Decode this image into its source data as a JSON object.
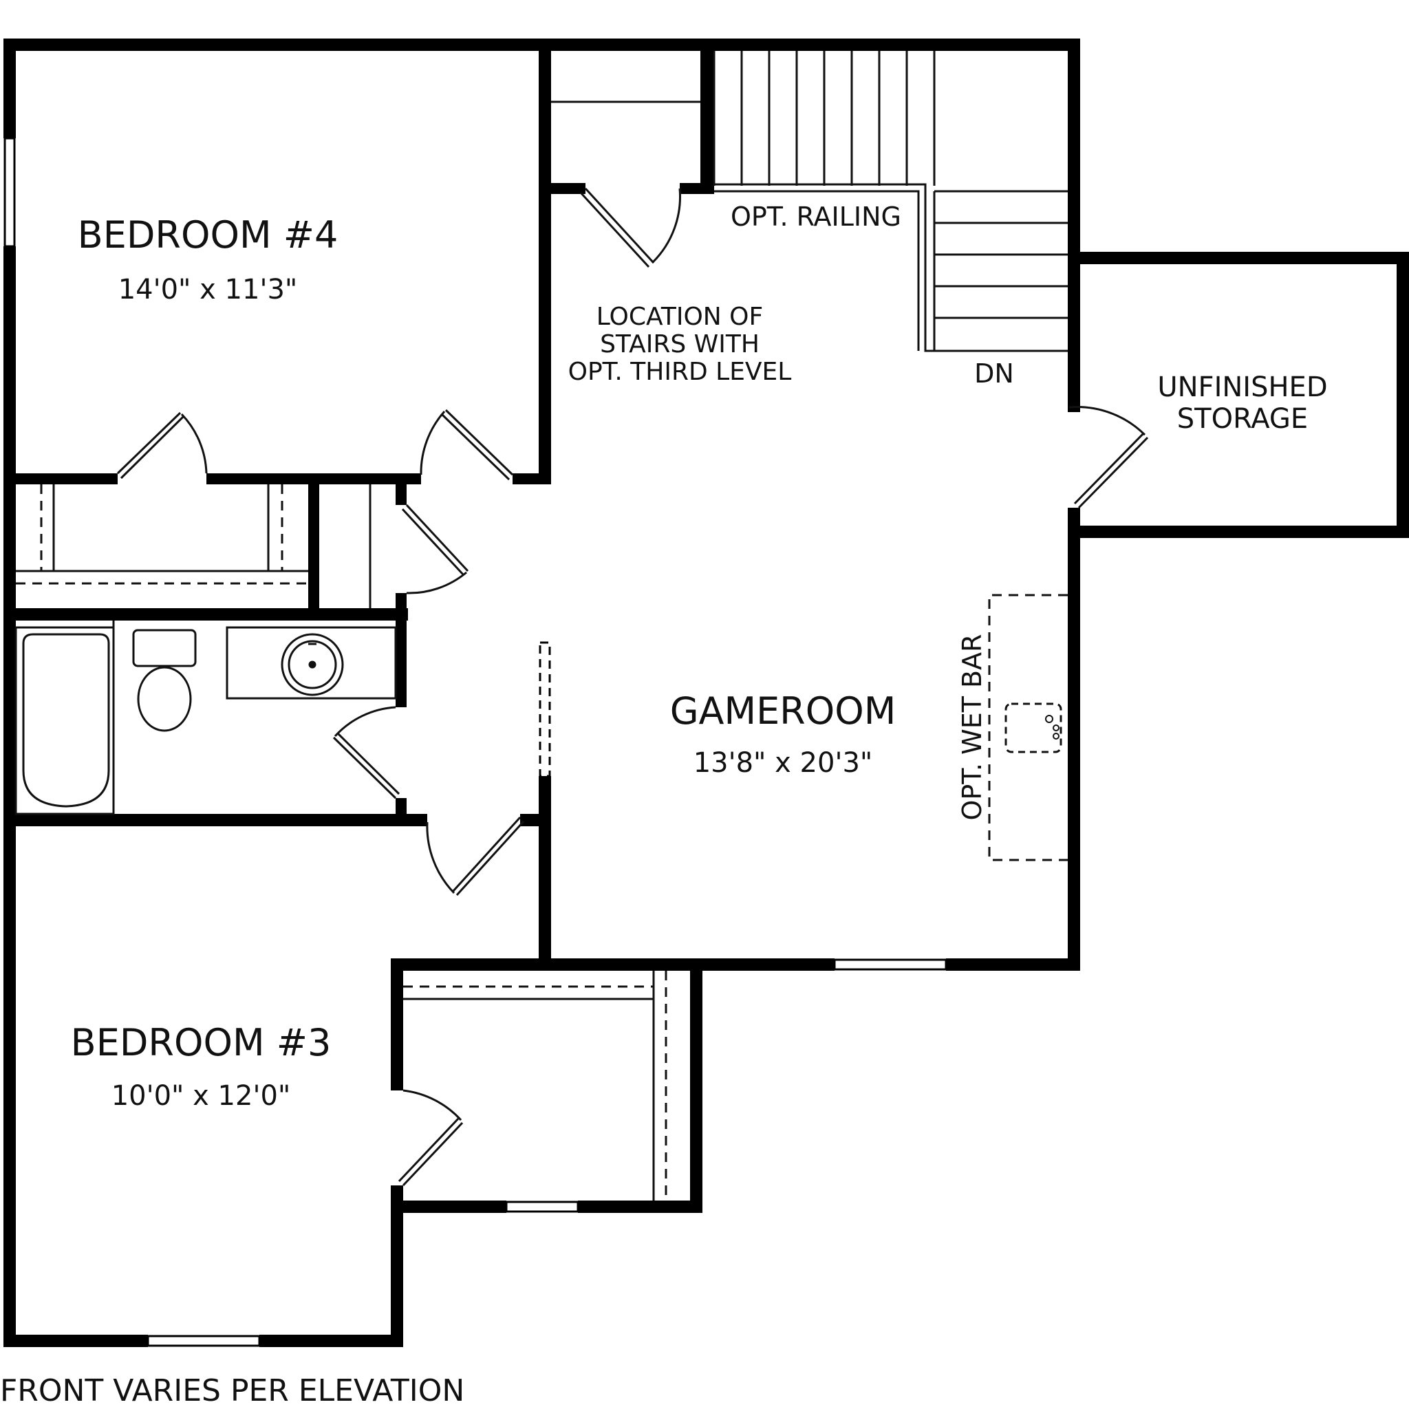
{
  "rooms": {
    "bedroom4": {
      "name": "BEDROOM #4",
      "dims": "14'0\" x 11'3\""
    },
    "bedroom3": {
      "name": "BEDROOM #3",
      "dims": "10'0\" x 12'0\""
    },
    "gameroom": {
      "name": "GAMEROOM",
      "dims": "13'8\" x 20'3\""
    },
    "storage": {
      "line1": "UNFINISHED",
      "line2": "STORAGE"
    }
  },
  "notes": {
    "railing": "OPT. RAILING",
    "stairs_line1": "LOCATION OF",
    "stairs_line2": "STAIRS WITH",
    "stairs_line3": "OPT. THIRD LEVEL",
    "down": "DN",
    "wet_bar": "OPT. WET BAR"
  },
  "footer": "FRONT VARIES PER ELEVATION",
  "colors": {
    "wall": "#000000",
    "line": "#111111",
    "background": "#ffffff"
  }
}
